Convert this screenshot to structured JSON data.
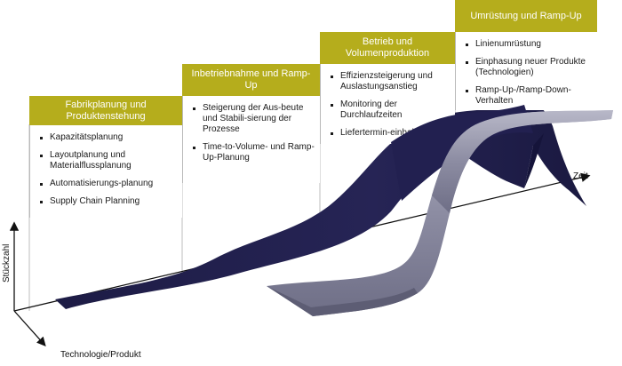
{
  "axes": {
    "y_label": "Stückzahl",
    "x_label": "Technologie/Produkt",
    "z_label": "Zeit"
  },
  "colors": {
    "header": "#b5ad1c",
    "dark_ribbon": "#232150",
    "grey_ribbon": "#8f8fa6"
  },
  "phases": [
    {
      "title": "Fabrikplanung und Produktenstehung",
      "items": [
        "Kapazitätsplanung",
        "Layoutplanung und Materialflussplanung",
        "Automatisierungs-planung",
        "Supply Chain Planning"
      ]
    },
    {
      "title": "Inbetriebnahme und Ramp-Up",
      "items": [
        "Steigerung der Aus-beute und Stabili-sierung der Prozesse",
        "Time-to-Volume- und Ramp-Up-Planung"
      ]
    },
    {
      "title": "Betrieb und Volumenproduktion",
      "items": [
        "Effizienzsteigerung und Auslastungsanstieg",
        "Monitoring der Durchlaufzeiten",
        "Liefertermin-einhaltung"
      ]
    },
    {
      "title": "Umrüstung und Ramp-Up",
      "items": [
        "Linienumrüstung",
        "Einphasung neuer Produkte (Technologien)",
        "Ramp-Up-/Ramp-Down-Verhalten"
      ]
    }
  ]
}
